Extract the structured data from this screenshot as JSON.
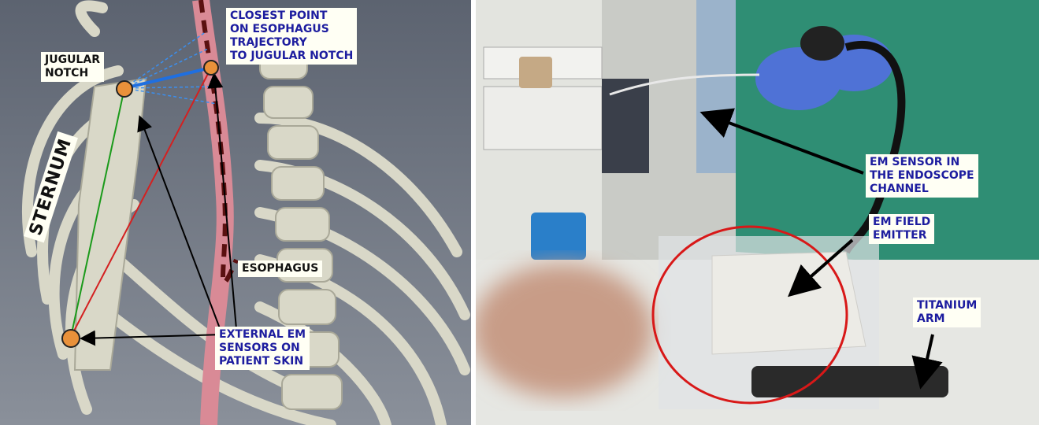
{
  "left_panel": {
    "labels": {
      "jugular_notch": "JUGULAR\nNOTCH",
      "closest_point": "CLOSEST POINT\nON ESOPHAGUS\nTRAJECTORY\nTO JUGULAR NOTCH",
      "sternum": "STERNUM",
      "esophagus": "ESOPHAGUS",
      "external_sensors": "EXTERNAL EM\nSENSORS ON\nPATIENT SKIN"
    },
    "colors": {
      "background": "#6f7682",
      "bone": "#d9d8c8",
      "esophagus": "#d98a96",
      "sensor": "#e9913a",
      "line_green": "#1a9a1a",
      "line_red": "#d42020",
      "line_blue": "#1f6fe0"
    }
  },
  "right_panel": {
    "labels": {
      "em_sensor": "EM SENSOR IN\nTHE ENDOSCOPE\nCHANNEL",
      "field_emitter": "EM FIELD\nEMITTER",
      "titanium_arm": "TITANIUM\nARM"
    },
    "colors": {
      "drape": "#2f8e74",
      "glove": "#4f72d6",
      "emitter": "#ecebe6",
      "ellipse": "#d81818"
    }
  }
}
